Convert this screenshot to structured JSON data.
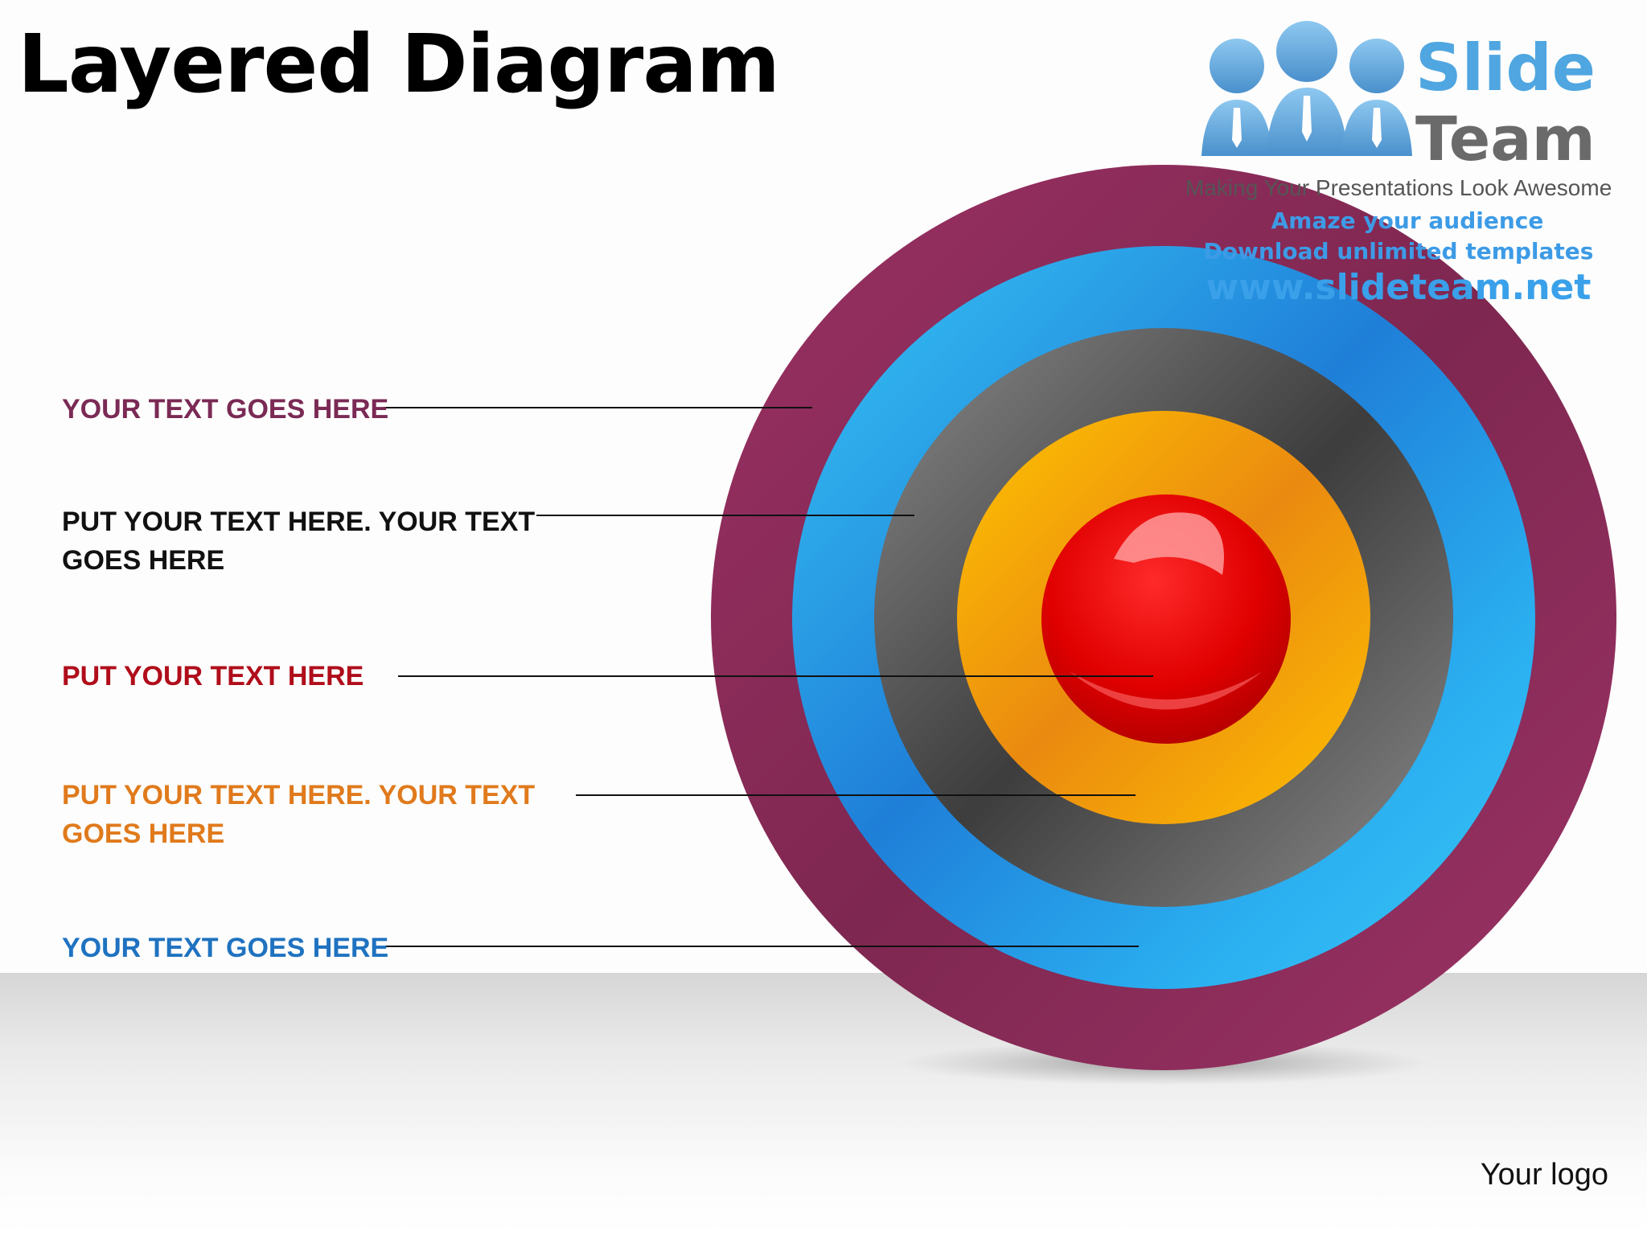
{
  "slide": {
    "title": "Layered Diagram",
    "footer_logo_text": "Your logo"
  },
  "labels": [
    {
      "text": "YOUR TEXT GOES HERE",
      "color": "#7a2a55"
    },
    {
      "text": "PUT YOUR TEXT HERE. YOUR TEXT GOES HERE",
      "color": "#111111"
    },
    {
      "text": "PUT YOUR TEXT HERE",
      "color": "#b00d1a"
    },
    {
      "text": "PUT YOUR TEXT HERE. YOUR TEXT GOES HERE",
      "color": "#e07a1c"
    },
    {
      "text": "YOUR TEXT GOES HERE",
      "color": "#1f72c0"
    }
  ],
  "layers": [
    {
      "name": "outer-ring",
      "color": "#8e2d5c"
    },
    {
      "name": "blue-ring",
      "color": "#2aa6ee"
    },
    {
      "name": "gray-ring",
      "color": "#6e6e6e"
    },
    {
      "name": "orange-ring",
      "color": "#f7a70c"
    },
    {
      "name": "red-core",
      "color": "#e00000"
    }
  ],
  "watermark": {
    "brand_line1": "Slide",
    "brand_line2": "Team",
    "tagline": "Making Your Presentations Look Awesome",
    "promo_line1": "Amaze your audience",
    "promo_line2": "Download unlimited templates",
    "url": "www.slideteam.net",
    "icon": "people-group-icon"
  }
}
